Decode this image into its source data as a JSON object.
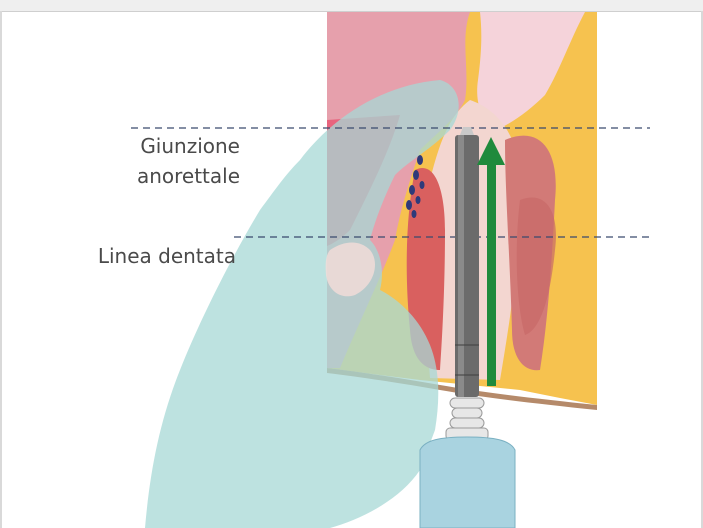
{
  "labels": {
    "anorectal_junction_line1": "Giunzione",
    "anorectal_junction_line2": "anorettale",
    "dentate_line": "Linea dentata"
  },
  "colors": {
    "background": "#ffffff",
    "mucosa_pink": "#e6a0ac",
    "fat_yellow": "#f6c24f",
    "muscle_red": "#d9605f",
    "probe_gray": "#6b6b6b",
    "probe_handle": "#a9d3e0",
    "hand_teal": "#bfe3e3",
    "arrow_green": "#1f8a3c",
    "guide_line": "#3a4a6e",
    "label_text": "#4a4a4a"
  }
}
